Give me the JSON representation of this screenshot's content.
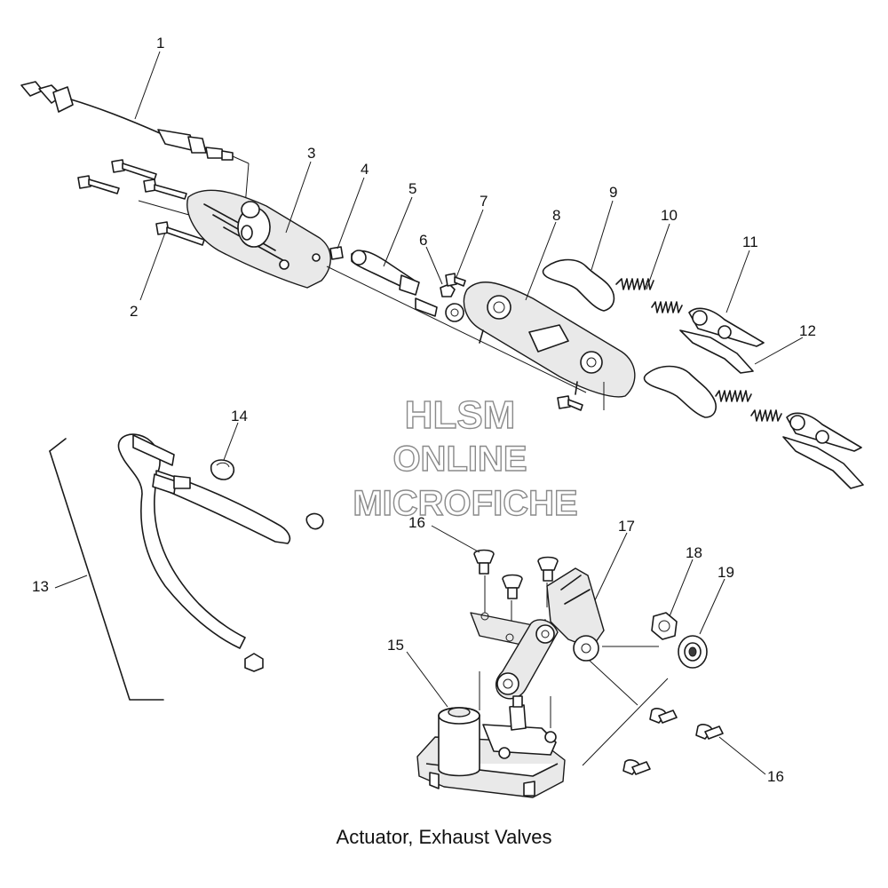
{
  "watermark": {
    "line1": "HLSM",
    "line2": "ONLINE",
    "line3": "MICROFICHE"
  },
  "caption": "Actuator, Exhaust Valves",
  "callouts": [
    "1",
    "2",
    "3",
    "4",
    "5",
    "6",
    "7",
    "8",
    "9",
    "10",
    "11",
    "12",
    "13",
    "14",
    "15",
    "16",
    "16",
    "17",
    "18",
    "19"
  ]
}
